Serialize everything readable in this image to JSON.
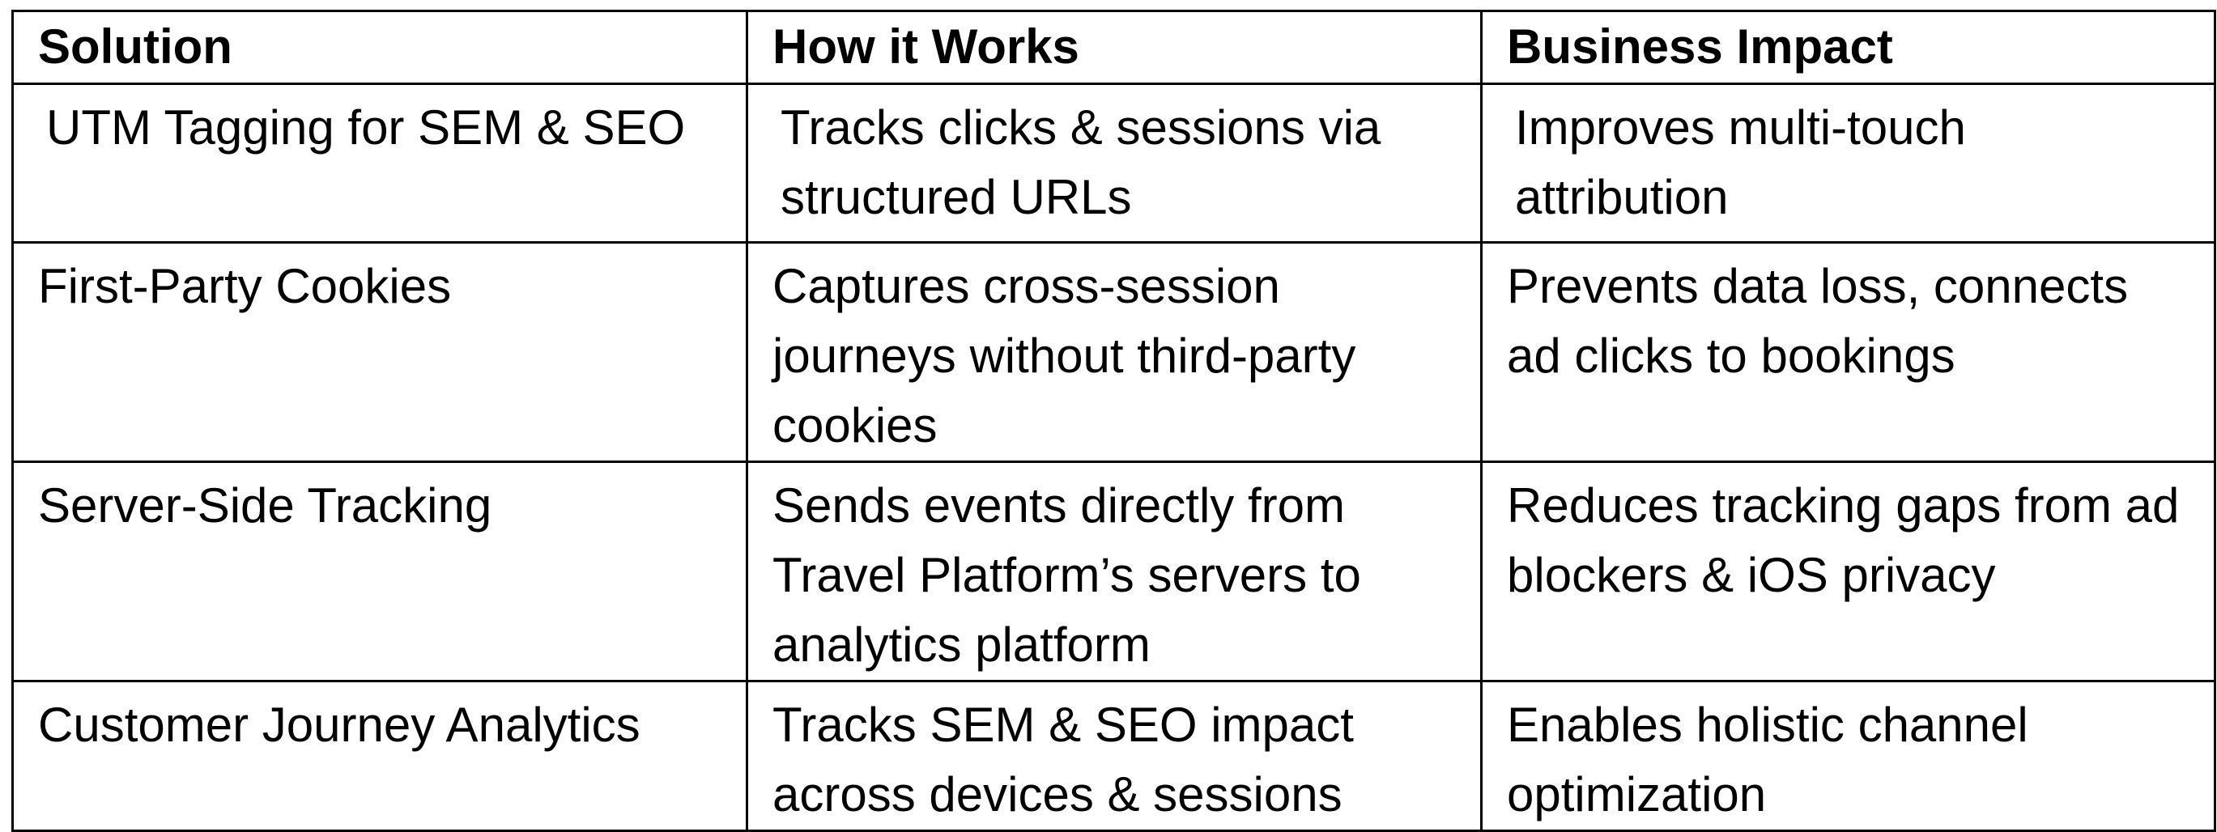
{
  "table": {
    "headers": [
      "Solution",
      "How it Works",
      "Business Impact"
    ],
    "rows": [
      [
        "UTM Tagging for SEM & SEO",
        "Tracks clicks & sessions via structured URLs",
        "Improves multi-touch attribution"
      ],
      [
        "First-Party Cookies",
        "Captures cross-session journeys without third-party cookies",
        "Prevents data loss, connects ad clicks to bookings"
      ],
      [
        "Server-Side Tracking",
        "Sends events directly from Travel Platform’s servers to analytics platform",
        "Reduces tracking gaps from ad blockers & iOS privacy"
      ],
      [
        "Customer Journey Analytics",
        "Tracks SEM & SEO impact across devices & sessions",
        "Enables holistic channel optimization"
      ]
    ]
  }
}
